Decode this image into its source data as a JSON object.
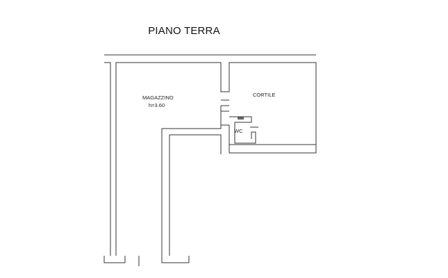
{
  "plan": {
    "title": "PIANO TERRA",
    "rooms": [
      {
        "name": "MAGAZZINO",
        "height_label": "h=3.60"
      },
      {
        "name": "CORTILE"
      },
      {
        "name": "WC"
      }
    ]
  }
}
